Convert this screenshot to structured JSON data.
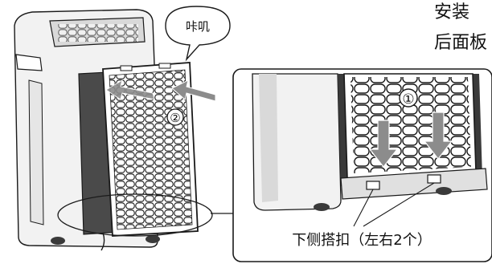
{
  "heading": {
    "line1": "安装",
    "line2": "后面板"
  },
  "callouts": {
    "click_sound": "咔叽",
    "step_one_marker": "①",
    "step_two_marker": "②",
    "bottom_hooks_caption": "下侧搭扣（左右2个）"
  },
  "colors": {
    "line": "#1a1a1a",
    "arrow_gray": "#8c8c8c",
    "body_light": "#f2f2f2",
    "body_shadow": "#d9d9d9",
    "panel_dark": "#3a3a3a"
  }
}
